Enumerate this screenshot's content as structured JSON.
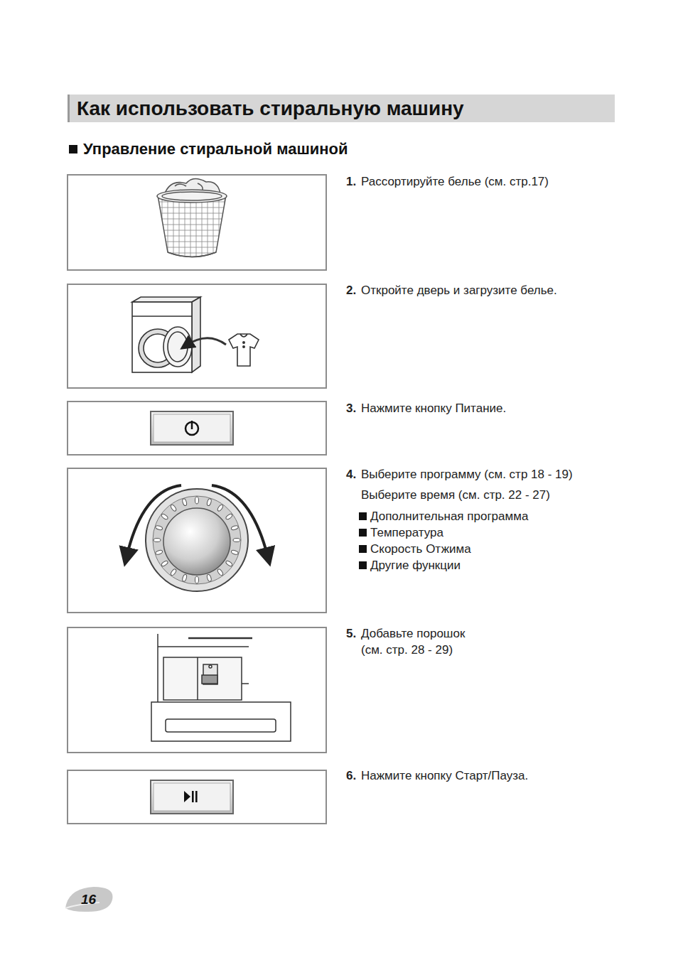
{
  "diagram": {
    "title": "Как использовать стиральную машину",
    "labels": [
      "Управление стиральной машиной",
      "1.",
      "Рассортируйте белье (см. стр.17)",
      "2.",
      "Откройте дверь и загрузите белье.",
      "3.",
      "Нажмите кнопку Питание.",
      "4.",
      "Выберите программу (см. стр 18 - 19)",
      "Выберите время (см. стр. 22 - 27)",
      "Дополнительная программа",
      "Температура",
      "Скорость Отжима",
      "Другие функции",
      "5.",
      "Добавьте порошок (см. стр. 28 - 29)",
      "6.",
      "Нажмите кнопку Старт/Пауза.",
      "16"
    ]
  }
}
